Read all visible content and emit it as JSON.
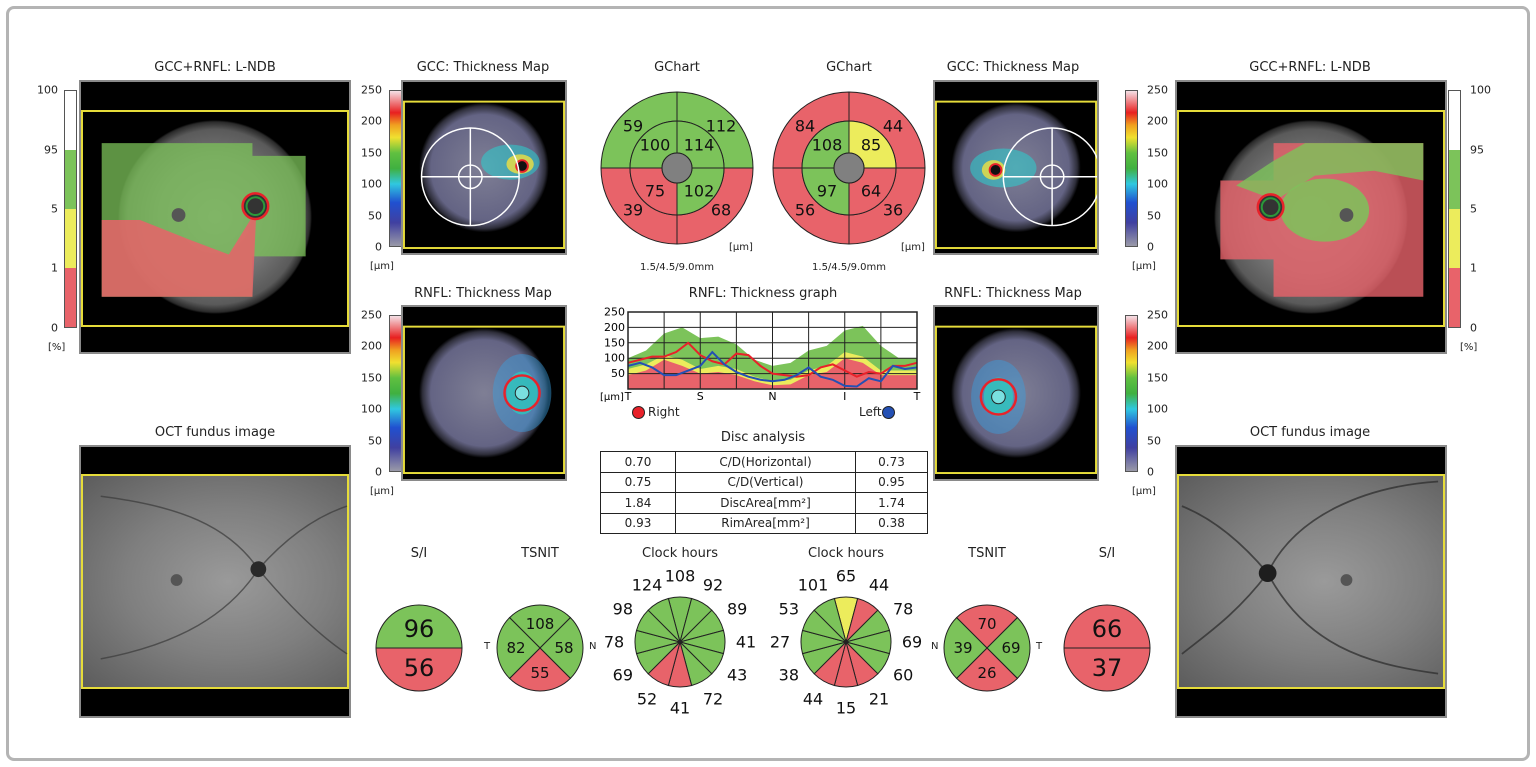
{
  "ndb": {
    "title": "GCC+RNFL: L-NDB",
    "scale": [
      "100",
      "95",
      "5",
      "1",
      "0"
    ],
    "unit": "[%]"
  },
  "tmap": {
    "gcc_title": "GCC: Thickness Map",
    "rnfl_title": "RNFL: Thickness Map",
    "scale": [
      "250",
      "200",
      "150",
      "100",
      "50",
      "0"
    ],
    "unit": "[µm]"
  },
  "fundus": {
    "title": "OCT fundus image"
  },
  "gchart": {
    "title": "GChart",
    "unit": "[µm]",
    "grid": "1.5/4.5/9.0mm",
    "right": {
      "outer": [
        "59",
        "112",
        "39",
        "68"
      ],
      "outer_status": [
        "g",
        "g",
        "r",
        "r"
      ],
      "inner": [
        "100",
        "114",
        "75",
        "102"
      ],
      "inner_status": [
        "g",
        "g",
        "r",
        "g"
      ]
    },
    "left": {
      "outer": [
        "84",
        "44",
        "56",
        "36"
      ],
      "outer_status": [
        "r",
        "r",
        "r",
        "r"
      ],
      "inner": [
        "108",
        "85",
        "97",
        "64"
      ],
      "inner_status": [
        "g",
        "y",
        "g",
        "r"
      ]
    }
  },
  "rnfl_graph": {
    "title": "RNFL: Thickness graph",
    "unit": "[µm]",
    "xlabels": [
      "T",
      "S",
      "N",
      "I",
      "T"
    ],
    "legend_right": "Right",
    "legend_left": "Left",
    "chart_data": {
      "type": "line",
      "ylim": [
        0,
        250
      ],
      "yticks": [
        "250",
        "200",
        "150",
        "100",
        "50"
      ],
      "normal_95": [
        100,
        125,
        180,
        200,
        165,
        170,
        145,
        95,
        75,
        85,
        125,
        140,
        190,
        205,
        140,
        100,
        100
      ],
      "normal_5": [
        65,
        80,
        110,
        95,
        65,
        75,
        65,
        40,
        25,
        30,
        60,
        75,
        120,
        105,
        60,
        60,
        60
      ],
      "normal_1": [
        45,
        60,
        95,
        75,
        50,
        55,
        45,
        25,
        12,
        15,
        45,
        55,
        100,
        85,
        45,
        45,
        45
      ],
      "series": [
        {
          "name": "Right",
          "color": "#e8222a",
          "values": [
            85,
            95,
            105,
            105,
            120,
            150,
            110,
            90,
            80,
            115,
            110,
            75,
            50,
            45,
            40,
            45,
            70,
            80,
            60,
            40,
            55,
            50,
            75,
            75,
            85
          ]
        },
        {
          "name": "Left",
          "color": "#2450b4",
          "values": [
            75,
            85,
            70,
            45,
            45,
            60,
            75,
            120,
            80,
            55,
            40,
            30,
            25,
            30,
            45,
            70,
            40,
            30,
            10,
            8,
            35,
            25,
            75,
            65,
            70
          ]
        }
      ]
    }
  },
  "disc": {
    "title": "Disc analysis",
    "rows": [
      [
        "0.70",
        "C/D(Horizontal)",
        "0.73"
      ],
      [
        "0.75",
        "C/D(Vertical)",
        "0.95"
      ],
      [
        "1.84",
        "DiscArea[mm²]",
        "1.74"
      ],
      [
        "0.93",
        "RimArea[mm²]",
        "0.38"
      ]
    ]
  },
  "si": {
    "title": "S/I",
    "right": {
      "values": [
        "96",
        "56"
      ],
      "status": [
        "g",
        "r"
      ]
    },
    "left": {
      "values": [
        "66",
        "37"
      ],
      "status": [
        "r",
        "r"
      ]
    }
  },
  "tsnit": {
    "title": "TSNIT",
    "T": "T",
    "N": "N",
    "right": {
      "values": [
        "108",
        "58",
        "55",
        "82"
      ],
      "status": [
        "g",
        "g",
        "r",
        "g"
      ]
    },
    "left": {
      "values": [
        "70",
        "69",
        "26",
        "39"
      ],
      "status": [
        "r",
        "g",
        "r",
        "g"
      ]
    }
  },
  "clock": {
    "title": "Clock hours",
    "right": {
      "values": [
        "108",
        "92",
        "89",
        "41",
        "43",
        "72",
        "41",
        "52",
        "69",
        "78",
        "98",
        "124"
      ],
      "status": [
        "g",
        "g",
        "g",
        "g",
        "g",
        "g",
        "r",
        "r",
        "g",
        "g",
        "g",
        "g"
      ]
    },
    "left": {
      "values": [
        "65",
        "44",
        "78",
        "69",
        "60",
        "21",
        "15",
        "44",
        "38",
        "27",
        "53",
        "101"
      ],
      "status": [
        "y",
        "r",
        "g",
        "g",
        "g",
        "r",
        "r",
        "r",
        "g",
        "g",
        "g",
        "g"
      ]
    }
  },
  "colors": {
    "g": "#7cc35a",
    "y": "#ecec5c",
    "r": "#e8636a",
    "right_eye": "#e8222a",
    "left_eye": "#2450b4"
  }
}
